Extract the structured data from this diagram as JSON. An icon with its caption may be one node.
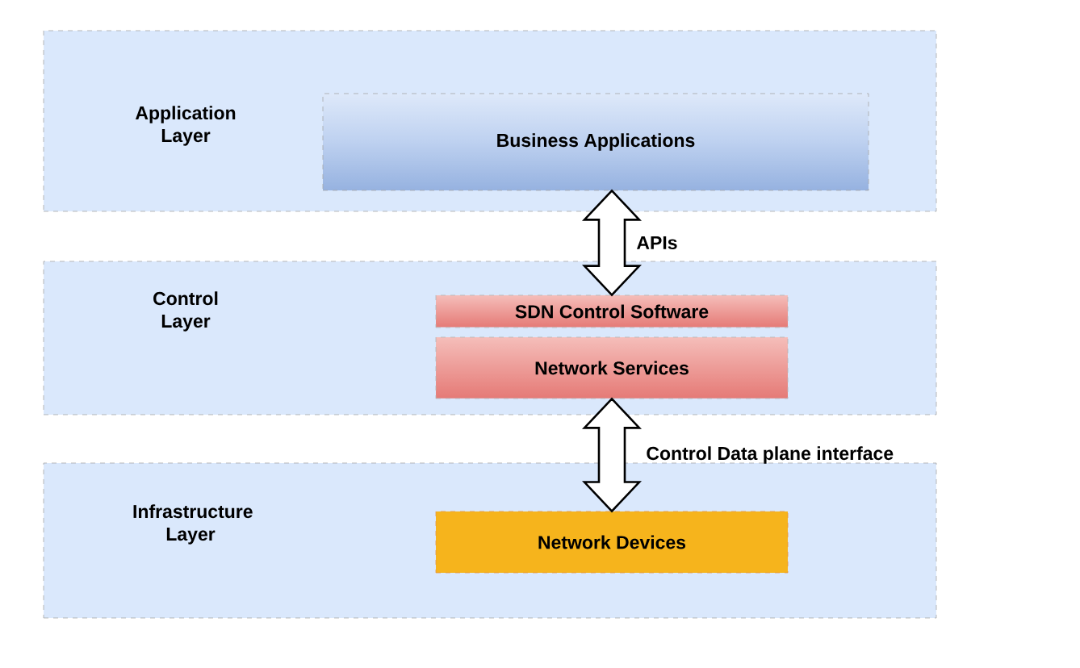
{
  "diagram": {
    "nodes": [
      {
        "text": [
          "Application Layer"
        ]
      },
      {
        "text": [
          "Business Applications"
        ],
        "in": 0
      },
      {
        "text": [
          "Control Layer"
        ]
      },
      {
        "text": [
          "SDN Control Software"
        ],
        "in": 2
      },
      {
        "text": [
          "Network Services"
        ],
        "in": 2
      },
      {
        "text": [
          "Infrastructure Layer"
        ]
      },
      {
        "text": [
          "Network Devices"
        ],
        "in": 5
      }
    ],
    "edges": [
      {
        "from": 1,
        "to": 3,
        "arrow": "both",
        "label": "APIs"
      },
      {
        "from": 4,
        "to": 6,
        "arrow": "both",
        "label": "Control Data plane interface"
      }
    ]
  }
}
